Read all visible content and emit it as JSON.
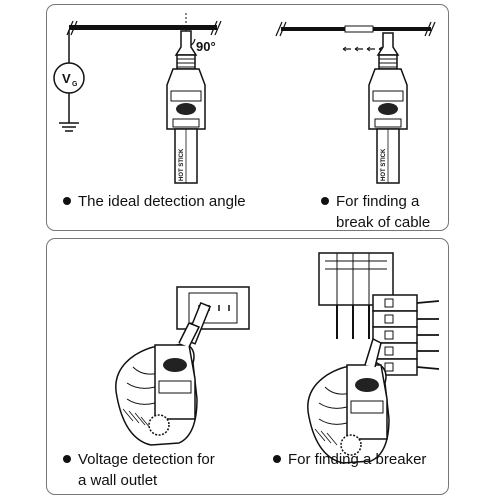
{
  "top_panel": {
    "angle_label": "90°",
    "voltage_source_label": "V",
    "voltage_source_subscript": "G",
    "tool_label": "HOT STICK",
    "captions": {
      "ideal_angle": "The ideal detection angle",
      "break_line1": "For finding a",
      "break_line2": "break of cable"
    }
  },
  "bottom_panel": {
    "captions": {
      "outlet_line1": "Voltage detection for",
      "outlet_line2": "a wall outlet",
      "breaker": "For finding a breaker"
    }
  },
  "colors": {
    "stroke": "#111111",
    "border": "#777777",
    "device": "#222222"
  }
}
